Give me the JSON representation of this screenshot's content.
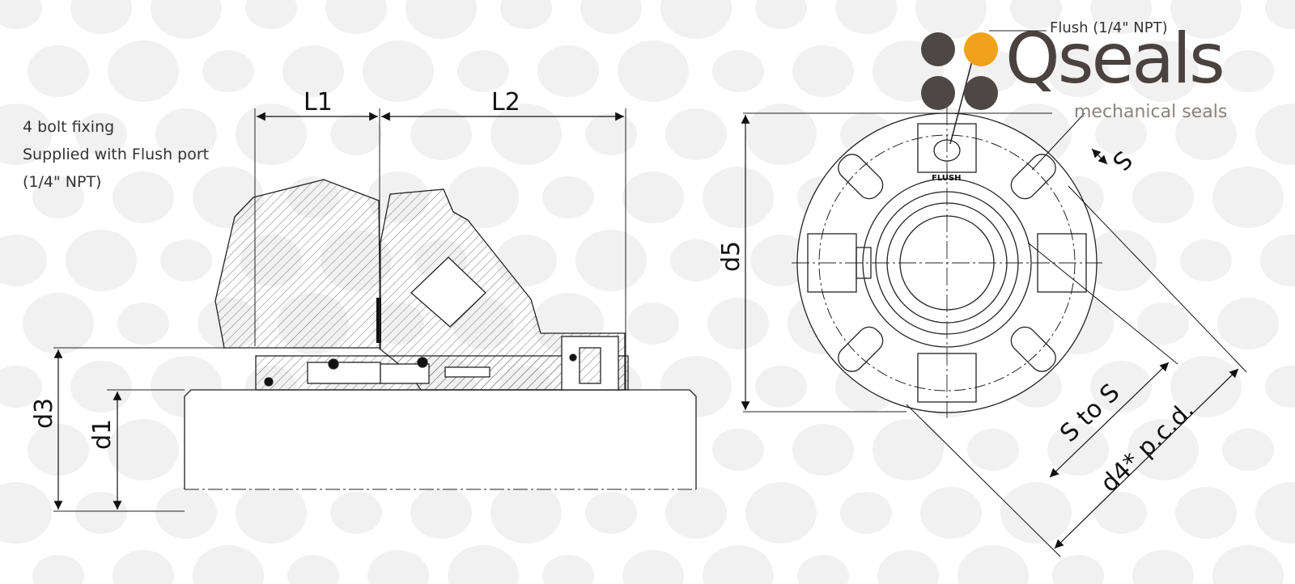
{
  "notes": {
    "line1": "4 bolt fixing",
    "line2": "Supplied with Flush port",
    "line3": "(1/4\" NPT)"
  },
  "logo": {
    "brand": "Qseals",
    "tagline": "mechanical seals",
    "dot_colors": [
      "#4d4745",
      "#f0a21c",
      "#4d4745",
      "#4d4745"
    ]
  },
  "flush_callout": "Flush (1/4\" NPT)",
  "section_view": {
    "dimensions": {
      "l1": "L1",
      "l2": "L2",
      "d3": "d3",
      "d1": "d1"
    }
  },
  "end_view": {
    "flush_mark": "FLUSH",
    "dimensions": {
      "d5": "d5",
      "s": "S",
      "s_to_s": "S to S",
      "d4": "d4* p.c.d."
    }
  },
  "colors": {
    "line": "#222222",
    "background_circles": "#f1f1f1",
    "accent": "#f0a21c"
  }
}
